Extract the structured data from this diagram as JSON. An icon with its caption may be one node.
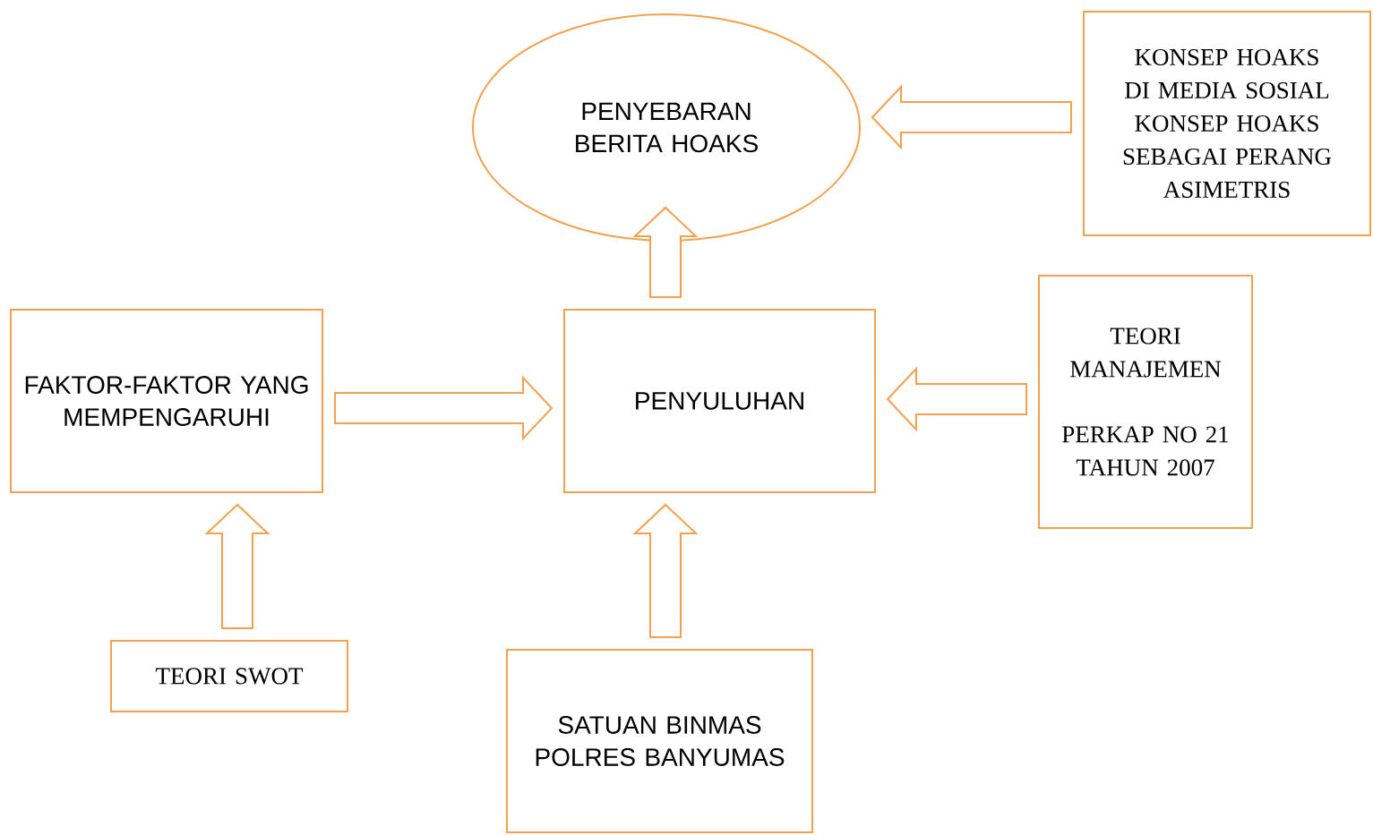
{
  "diagram": {
    "nodes": [
      {
        "text": [
          "PENYEBARAN BERITA HOAKS"
        ]
      },
      {
        "text": [
          "KONSEP HOAKS DI MEDIA SOSIAL",
          "KONSEP HOAKS SEBAGAI PERANG ASIMETRIS"
        ]
      },
      {
        "text": [
          "FAKTOR-FAKTOR YANG MEMPENGARUHI"
        ]
      },
      {
        "text": [
          "PENYULUHAN"
        ]
      },
      {
        "text": [
          "TEORI MANAJEMEN",
          "PERKAP NO 21 TAHUN 2007"
        ]
      },
      {
        "text": [
          "TEORI SWOT"
        ]
      },
      {
        "text": [
          "SATUAN BINMAS POLRES BANYUMAS"
        ]
      }
    ],
    "edges": [
      {
        "from": 1,
        "to": 0,
        "arrow": "to"
      },
      {
        "from": 3,
        "to": 0,
        "arrow": "to"
      },
      {
        "from": 2,
        "to": 3,
        "arrow": "to"
      },
      {
        "from": 4,
        "to": 3,
        "arrow": "to"
      },
      {
        "from": 5,
        "to": 2,
        "arrow": "to"
      },
      {
        "from": 6,
        "to": 3,
        "arrow": "to"
      }
    ]
  }
}
